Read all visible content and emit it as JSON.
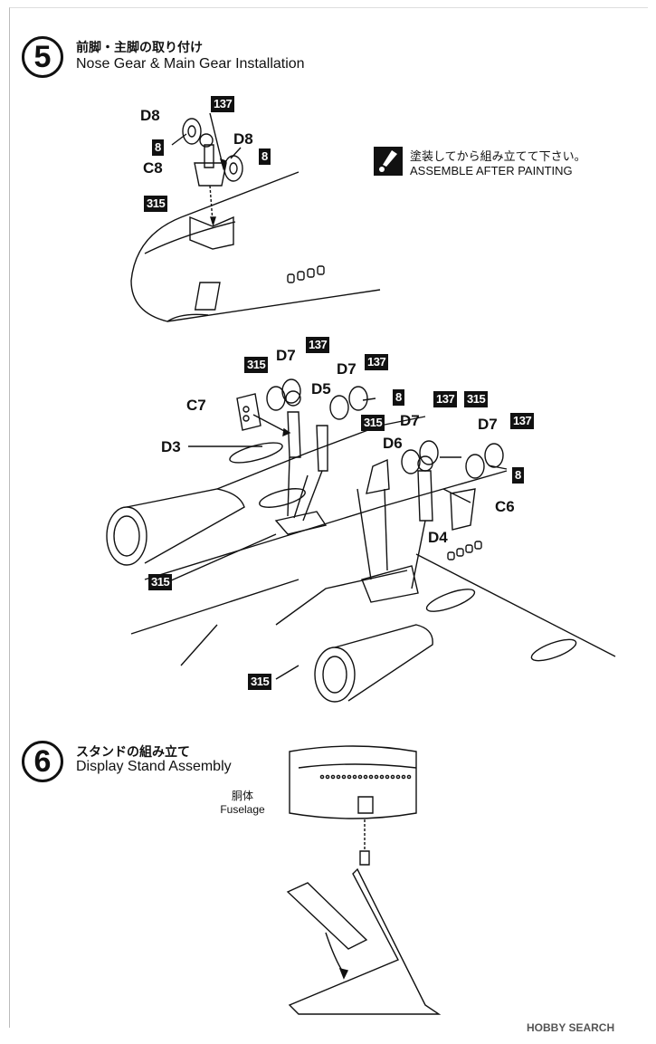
{
  "step5": {
    "number": "5",
    "title_jp": "前脚・主脚の取り付け",
    "title_en": "Nose Gear & Main Gear Installation"
  },
  "note": {
    "jp": "塗装してから組み立てて下さい。",
    "en": "ASSEMBLE AFTER PAINTING",
    "icon": "paint-brush-icon"
  },
  "nose_labels": {
    "d8_left": "D8",
    "tag_137": "137",
    "tag_8_left": "8",
    "d8_right": "D8",
    "tag_8_right": "8",
    "c8": "C8",
    "tag_315": "315"
  },
  "main_labels": {
    "tag_315_a": "315",
    "d7_a": "D7",
    "tag_137_a": "137",
    "d7_b": "D7",
    "tag_137_b": "137",
    "c7": "C7",
    "d5": "D5",
    "tag_8_a": "8",
    "d3": "D3",
    "tag_315_b": "315",
    "d7_c": "D7",
    "tag_137_c": "137",
    "tag_315_c": "315",
    "d7_d": "D7",
    "tag_137_d": "137",
    "d6": "D6",
    "tag_8_b": "8",
    "c6": "C6",
    "d4": "D4",
    "tag_315_d": "315",
    "tag_315_e": "315"
  },
  "step6": {
    "number": "6",
    "title_jp": "スタンドの組み立て",
    "title_en": "Display Stand Assembly",
    "fuselage_jp": "胴体",
    "fuselage_en": "Fuselage"
  },
  "watermark": "HOBBY SEARCH"
}
